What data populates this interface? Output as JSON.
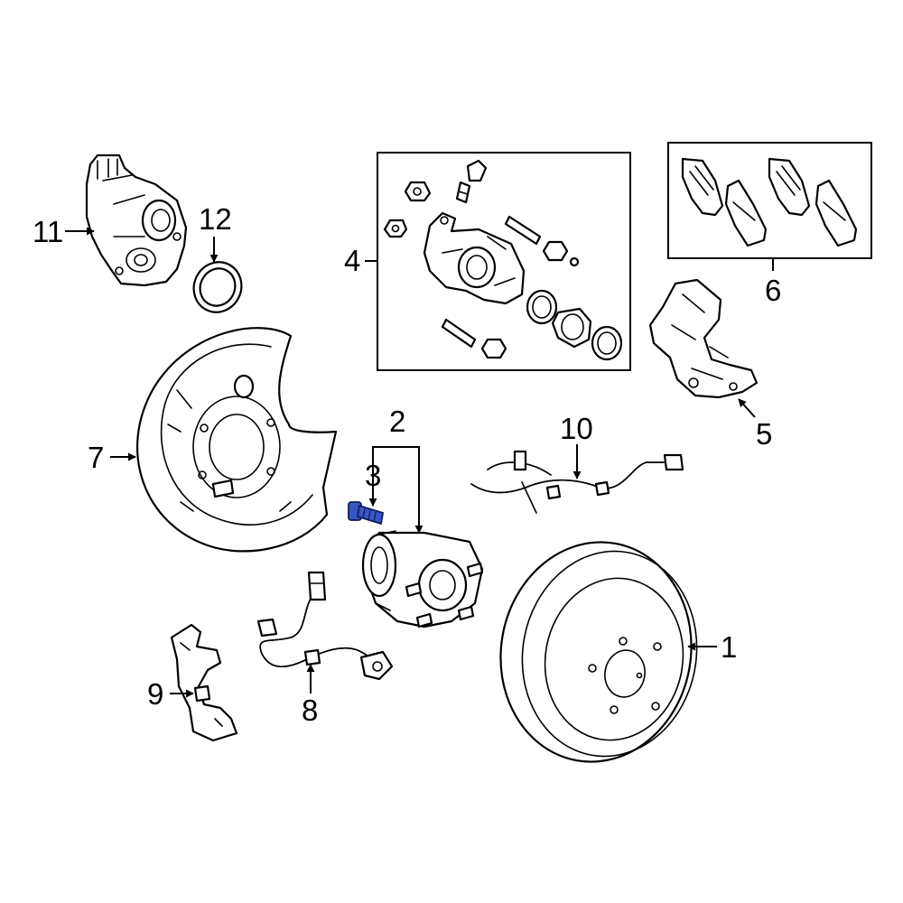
{
  "callouts": {
    "c1": "1",
    "c2": "2",
    "c3": "3",
    "c4": "4",
    "c5": "5",
    "c6": "6",
    "c7": "7",
    "c8": "8",
    "c9": "9",
    "c10": "10",
    "c11": "11",
    "c12": "12"
  },
  "colors": {
    "line": "#000000",
    "background": "#ffffff",
    "highlight": "#3a56c4"
  }
}
